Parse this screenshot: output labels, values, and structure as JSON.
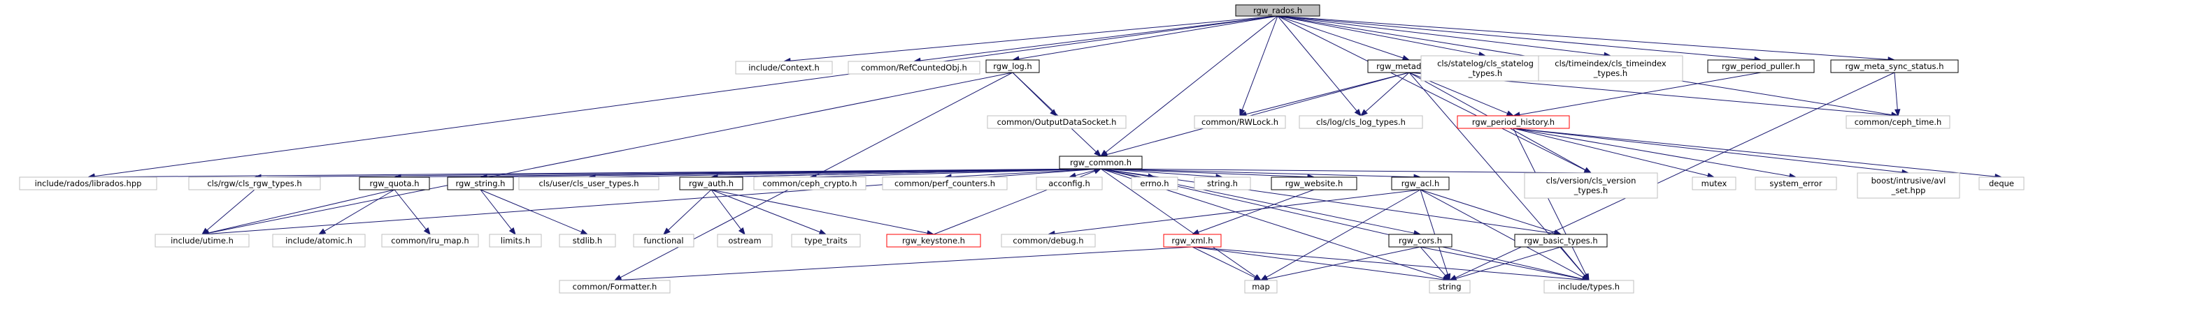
{
  "graph": {
    "type": "include-dependency-graph",
    "colors": {
      "edge": "#191970",
      "root_fill": "#bfbfbf",
      "documented_border": "#000000",
      "undocumented_border": "#bfbfbf",
      "truncated_border": "#ff0000",
      "node_fill": "#ffffff"
    },
    "nodes": [
      {
        "id": "rgw_rados",
        "label": [
          "rgw_rados.h"
        ],
        "style": "root"
      },
      {
        "id": "context",
        "label": [
          "include/Context.h"
        ],
        "style": "undocumented"
      },
      {
        "id": "refcounted",
        "label": [
          "common/RefCountedObj.h"
        ],
        "style": "undocumented"
      },
      {
        "id": "rgw_log",
        "label": [
          "rgw_log.h"
        ],
        "style": "documented"
      },
      {
        "id": "rgw_metadata",
        "label": [
          "rgw_metadata.h"
        ],
        "style": "documented"
      },
      {
        "id": "statelog",
        "label": [
          "cls/statelog/cls_statelog",
          "_types.h"
        ],
        "style": "undocumented"
      },
      {
        "id": "timeindex",
        "label": [
          "cls/timeindex/cls_timeindex",
          "_types.h"
        ],
        "style": "undocumented"
      },
      {
        "id": "period_puller",
        "label": [
          "rgw_period_puller.h"
        ],
        "style": "documented"
      },
      {
        "id": "meta_sync",
        "label": [
          "rgw_meta_sync_status.h"
        ],
        "style": "documented"
      },
      {
        "id": "outputdata",
        "label": [
          "common/OutputDataSocket.h"
        ],
        "style": "undocumented"
      },
      {
        "id": "rgw_common",
        "label": [
          "rgw_common.h"
        ],
        "style": "documented"
      },
      {
        "id": "rwlock",
        "label": [
          "common/RWLock.h"
        ],
        "style": "undocumented"
      },
      {
        "id": "cls_log_types",
        "label": [
          "cls/log/cls_log_types.h"
        ],
        "style": "undocumented"
      },
      {
        "id": "period_history",
        "label": [
          "rgw_period_history.h"
        ],
        "style": "truncated"
      },
      {
        "id": "ceph_time",
        "label": [
          "common/ceph_time.h"
        ],
        "style": "undocumented"
      },
      {
        "id": "librados",
        "label": [
          "include/rados/librados.hpp"
        ],
        "style": "undocumented"
      },
      {
        "id": "cls_rgw_types",
        "label": [
          "cls/rgw/cls_rgw_types.h"
        ],
        "style": "undocumented"
      },
      {
        "id": "rgw_quota",
        "label": [
          "rgw_quota.h"
        ],
        "style": "documented"
      },
      {
        "id": "rgw_string",
        "label": [
          "rgw_string.h"
        ],
        "style": "documented"
      },
      {
        "id": "cls_user_types",
        "label": [
          "cls/user/cls_user_types.h"
        ],
        "style": "undocumented"
      },
      {
        "id": "rgw_auth",
        "label": [
          "rgw_auth.h"
        ],
        "style": "documented"
      },
      {
        "id": "ceph_crypto",
        "label": [
          "common/ceph_crypto.h"
        ],
        "style": "undocumented"
      },
      {
        "id": "perf_counters",
        "label": [
          "common/perf_counters.h"
        ],
        "style": "undocumented"
      },
      {
        "id": "acconfig",
        "label": [
          "acconfig.h"
        ],
        "style": "undocumented"
      },
      {
        "id": "errno",
        "label": [
          "errno.h"
        ],
        "style": "undocumented"
      },
      {
        "id": "string_h",
        "label": [
          "string.h"
        ],
        "style": "undocumented"
      },
      {
        "id": "rgw_website",
        "label": [
          "rgw_website.h"
        ],
        "style": "documented"
      },
      {
        "id": "rgw_acl",
        "label": [
          "rgw_acl.h"
        ],
        "style": "documented"
      },
      {
        "id": "cls_version",
        "label": [
          "cls/version/cls_version",
          "_types.h"
        ],
        "style": "undocumented"
      },
      {
        "id": "mutex",
        "label": [
          "mutex"
        ],
        "style": "undocumented"
      },
      {
        "id": "system_error",
        "label": [
          "system_error"
        ],
        "style": "undocumented"
      },
      {
        "id": "avl_set",
        "label": [
          "boost/intrusive/avl",
          "_set.hpp"
        ],
        "style": "undocumented"
      },
      {
        "id": "deque",
        "label": [
          "deque"
        ],
        "style": "undocumented"
      },
      {
        "id": "utime",
        "label": [
          "include/utime.h"
        ],
        "style": "undocumented"
      },
      {
        "id": "atomic",
        "label": [
          "include/atomic.h"
        ],
        "style": "undocumented"
      },
      {
        "id": "lru_map",
        "label": [
          "common/lru_map.h"
        ],
        "style": "undocumented"
      },
      {
        "id": "limits",
        "label": [
          "limits.h"
        ],
        "style": "undocumented"
      },
      {
        "id": "stdlib",
        "label": [
          "stdlib.h"
        ],
        "style": "undocumented"
      },
      {
        "id": "functional",
        "label": [
          "functional"
        ],
        "style": "undocumented"
      },
      {
        "id": "ostream",
        "label": [
          "ostream"
        ],
        "style": "undocumented"
      },
      {
        "id": "type_traits",
        "label": [
          "type_traits"
        ],
        "style": "undocumented"
      },
      {
        "id": "rgw_keystone",
        "label": [
          "rgw_keystone.h"
        ],
        "style": "truncated"
      },
      {
        "id": "debug",
        "label": [
          "common/debug.h"
        ],
        "style": "undocumented"
      },
      {
        "id": "rgw_xml",
        "label": [
          "rgw_xml.h"
        ],
        "style": "truncated"
      },
      {
        "id": "rgw_cors",
        "label": [
          "rgw_cors.h"
        ],
        "style": "documented"
      },
      {
        "id": "basic_types",
        "label": [
          "rgw_basic_types.h"
        ],
        "style": "documented"
      },
      {
        "id": "formatter",
        "label": [
          "common/Formatter.h"
        ],
        "style": "undocumented"
      },
      {
        "id": "map",
        "label": [
          "map"
        ],
        "style": "undocumented"
      },
      {
        "id": "string",
        "label": [
          "string"
        ],
        "style": "undocumented"
      },
      {
        "id": "types",
        "label": [
          "include/types.h"
        ],
        "style": "undocumented"
      }
    ],
    "edges": [
      [
        "rgw_rados",
        "context"
      ],
      [
        "rgw_rados",
        "refcounted"
      ],
      [
        "rgw_rados",
        "rgw_log"
      ],
      [
        "rgw_rados",
        "rgw_metadata"
      ],
      [
        "rgw_rados",
        "statelog"
      ],
      [
        "rgw_rados",
        "timeindex"
      ],
      [
        "rgw_rados",
        "period_puller"
      ],
      [
        "rgw_rados",
        "meta_sync"
      ],
      [
        "rgw_rados",
        "rgw_common"
      ],
      [
        "rgw_rados",
        "rwlock"
      ],
      [
        "rgw_rados",
        "cls_log_types"
      ],
      [
        "rgw_rados",
        "librados"
      ],
      [
        "rgw_rados",
        "cls_version"
      ],
      [
        "rgw_rados",
        "ceph_time"
      ],
      [
        "rgw_log",
        "outputdata"
      ],
      [
        "rgw_log",
        "rgw_common"
      ],
      [
        "rgw_log",
        "utime"
      ],
      [
        "rgw_log",
        "formatter"
      ],
      [
        "rgw_metadata",
        "rgw_common"
      ],
      [
        "rgw_metadata",
        "rwlock"
      ],
      [
        "rgw_metadata",
        "cls_log_types"
      ],
      [
        "rgw_metadata",
        "cls_version"
      ],
      [
        "rgw_metadata",
        "types"
      ],
      [
        "rgw_metadata",
        "ceph_time"
      ],
      [
        "rgw_metadata",
        "period_history"
      ],
      [
        "period_puller",
        "period_history"
      ],
      [
        "meta_sync",
        "ceph_time"
      ],
      [
        "meta_sync",
        "string"
      ],
      [
        "rgw_common",
        "librados"
      ],
      [
        "rgw_common",
        "cls_rgw_types"
      ],
      [
        "rgw_common",
        "rgw_quota"
      ],
      [
        "rgw_common",
        "rgw_string"
      ],
      [
        "rgw_common",
        "cls_user_types"
      ],
      [
        "rgw_common",
        "rgw_auth"
      ],
      [
        "rgw_common",
        "ceph_crypto"
      ],
      [
        "rgw_common",
        "perf_counters"
      ],
      [
        "rgw_common",
        "acconfig"
      ],
      [
        "rgw_common",
        "errno"
      ],
      [
        "rgw_common",
        "string_h"
      ],
      [
        "rgw_common",
        "rgw_website"
      ],
      [
        "rgw_common",
        "rgw_acl"
      ],
      [
        "rgw_common",
        "cls_version"
      ],
      [
        "rgw_common",
        "rgw_cors"
      ],
      [
        "rgw_common",
        "basic_types"
      ],
      [
        "rgw_common",
        "utime"
      ],
      [
        "rgw_common",
        "map"
      ],
      [
        "rgw_common",
        "string"
      ],
      [
        "rgw_common",
        "types"
      ],
      [
        "rgw_quota",
        "utime"
      ],
      [
        "rgw_quota",
        "atomic"
      ],
      [
        "rgw_quota",
        "lru_map"
      ],
      [
        "rgw_string",
        "limits"
      ],
      [
        "rgw_string",
        "stdlib"
      ],
      [
        "rgw_auth",
        "rgw_common"
      ],
      [
        "rgw_auth",
        "functional"
      ],
      [
        "rgw_auth",
        "ostream"
      ],
      [
        "rgw_auth",
        "type_traits"
      ],
      [
        "rgw_auth",
        "rgw_keystone"
      ],
      [
        "rgw_keystone",
        "rgw_common"
      ],
      [
        "rgw_website",
        "rgw_xml"
      ],
      [
        "rgw_acl",
        "debug"
      ],
      [
        "rgw_acl",
        "basic_types"
      ],
      [
        "rgw_acl",
        "map"
      ],
      [
        "rgw_acl",
        "string"
      ],
      [
        "rgw_acl",
        "types"
      ],
      [
        "rgw_xml",
        "formatter"
      ],
      [
        "rgw_xml",
        "map"
      ],
      [
        "rgw_xml",
        "string"
      ],
      [
        "rgw_xml",
        "types"
      ],
      [
        "rgw_cors",
        "map"
      ],
      [
        "rgw_cors",
        "string"
      ],
      [
        "rgw_cors",
        "types"
      ],
      [
        "basic_types",
        "string"
      ],
      [
        "basic_types",
        "types"
      ],
      [
        "period_history",
        "mutex"
      ],
      [
        "period_history",
        "system_error"
      ],
      [
        "period_history",
        "avl_set"
      ],
      [
        "period_history",
        "deque"
      ],
      [
        "period_history",
        "types"
      ],
      [
        "cls_rgw_types",
        "utime"
      ]
    ]
  }
}
